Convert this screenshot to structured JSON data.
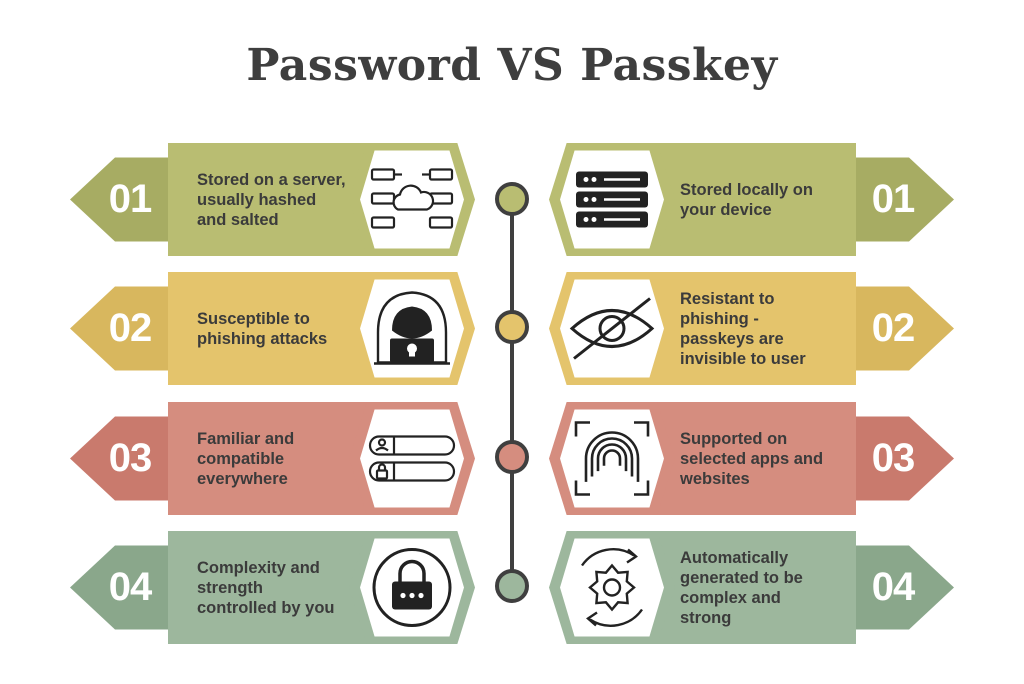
{
  "title": "Password VS Passkey",
  "rows": [
    {
      "color": "#b9bd72",
      "tab_color": "#a7ac63",
      "dot_color": "#b9bd72",
      "left": {
        "number": "01",
        "text": "Stored on a server, usually hashed and salted",
        "icon": "server-cloud-icon"
      },
      "right": {
        "number": "01",
        "text": "Stored locally on your device",
        "icon": "server-rack-icon"
      }
    },
    {
      "color": "#e4c46c",
      "tab_color": "#d8b75e",
      "dot_color": "#e4c46c",
      "left": {
        "number": "02",
        "text": "Susceptible to phishing attacks",
        "icon": "hacker-icon"
      },
      "right": {
        "number": "02",
        "text": "Resistant to phishing - passkeys are invisible to user",
        "icon": "eye-slash-icon"
      }
    },
    {
      "color": "#d58d7f",
      "tab_color": "#c97a6d",
      "dot_color": "#d58d7f",
      "left": {
        "number": "03",
        "text": "Familiar and compatible everywhere",
        "icon": "login-form-icon"
      },
      "right": {
        "number": "03",
        "text": "Supported on selected apps and websites",
        "icon": "fingerprint-icon"
      }
    },
    {
      "color": "#9db79d",
      "tab_color": "#8aa78b",
      "dot_color": "#9db79d",
      "left": {
        "number": "04",
        "text": "Complexity and strength controlled by you",
        "icon": "padlock-icon"
      },
      "right": {
        "number": "04",
        "text": "Automatically generated to be complex and strong",
        "icon": "gear-cycle-icon"
      }
    }
  ]
}
